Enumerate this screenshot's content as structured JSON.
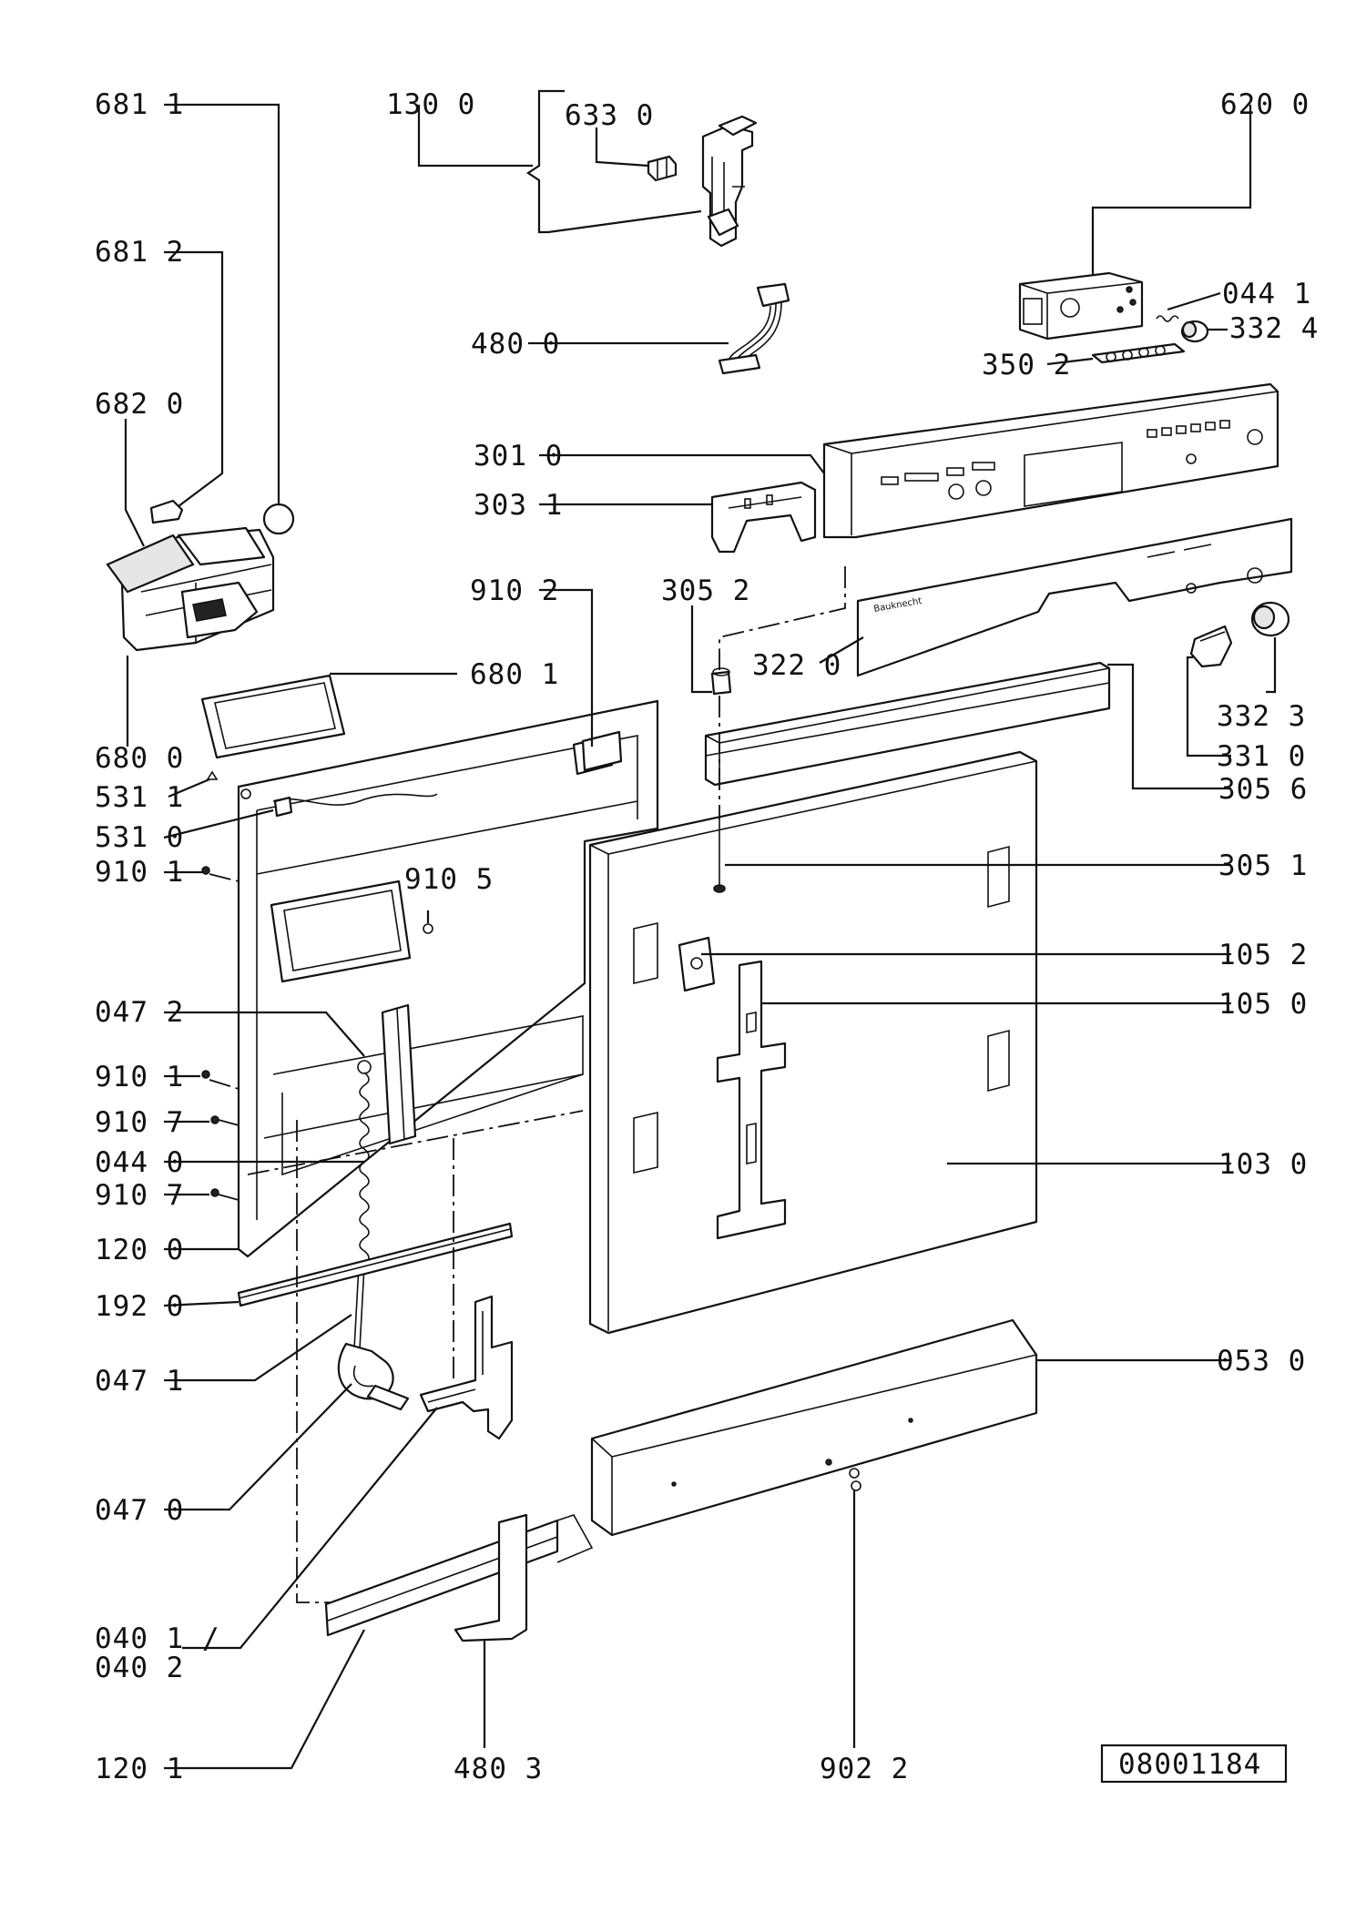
{
  "diagram": {
    "drawing_number": "08001184",
    "callouts": [
      {
        "id": "681-1",
        "text": "681 1"
      },
      {
        "id": "130-0",
        "text": "130 0"
      },
      {
        "id": "633-0",
        "text": "633 0"
      },
      {
        "id": "620-0",
        "text": "620 0"
      },
      {
        "id": "681-2",
        "text": "681 2"
      },
      {
        "id": "044-1",
        "text": "044 1"
      },
      {
        "id": "332-4",
        "text": "332 4"
      },
      {
        "id": "480-0",
        "text": "480 0"
      },
      {
        "id": "350-2",
        "text": "350 2"
      },
      {
        "id": "682-0",
        "text": "682 0"
      },
      {
        "id": "301-0",
        "text": "301 0"
      },
      {
        "id": "303-1",
        "text": "303 1"
      },
      {
        "id": "910-2",
        "text": "910 2"
      },
      {
        "id": "305-2",
        "text": "305 2"
      },
      {
        "id": "322-0",
        "text": "322 0"
      },
      {
        "id": "680-1",
        "text": "680 1"
      },
      {
        "id": "332-3",
        "text": "332 3"
      },
      {
        "id": "680-0",
        "text": "680 0"
      },
      {
        "id": "331-0",
        "text": "331 0"
      },
      {
        "id": "531-1",
        "text": "531 1"
      },
      {
        "id": "305-6",
        "text": "305 6"
      },
      {
        "id": "531-0",
        "text": "531 0"
      },
      {
        "id": "910-1a",
        "text": "910 1"
      },
      {
        "id": "910-5",
        "text": "910 5"
      },
      {
        "id": "305-1",
        "text": "305 1"
      },
      {
        "id": "105-2",
        "text": "105 2"
      },
      {
        "id": "047-2",
        "text": "047 2"
      },
      {
        "id": "105-0",
        "text": "105 0"
      },
      {
        "id": "910-1b",
        "text": "910 1"
      },
      {
        "id": "910-7a",
        "text": "910 7"
      },
      {
        "id": "044-0",
        "text": "044 0"
      },
      {
        "id": "103-0",
        "text": "103 0"
      },
      {
        "id": "910-7b",
        "text": "910 7"
      },
      {
        "id": "120-0",
        "text": "120 0"
      },
      {
        "id": "192-0",
        "text": "192 0"
      },
      {
        "id": "053-0",
        "text": "053 0"
      },
      {
        "id": "047-1",
        "text": "047 1"
      },
      {
        "id": "047-0",
        "text": "047 0"
      },
      {
        "id": "040-1",
        "text": "040 1 /"
      },
      {
        "id": "040-2",
        "text": "040 2"
      },
      {
        "id": "120-1",
        "text": "120 1"
      },
      {
        "id": "480-3",
        "text": "480 3"
      },
      {
        "id": "902-2",
        "text": "902 2"
      }
    ]
  }
}
